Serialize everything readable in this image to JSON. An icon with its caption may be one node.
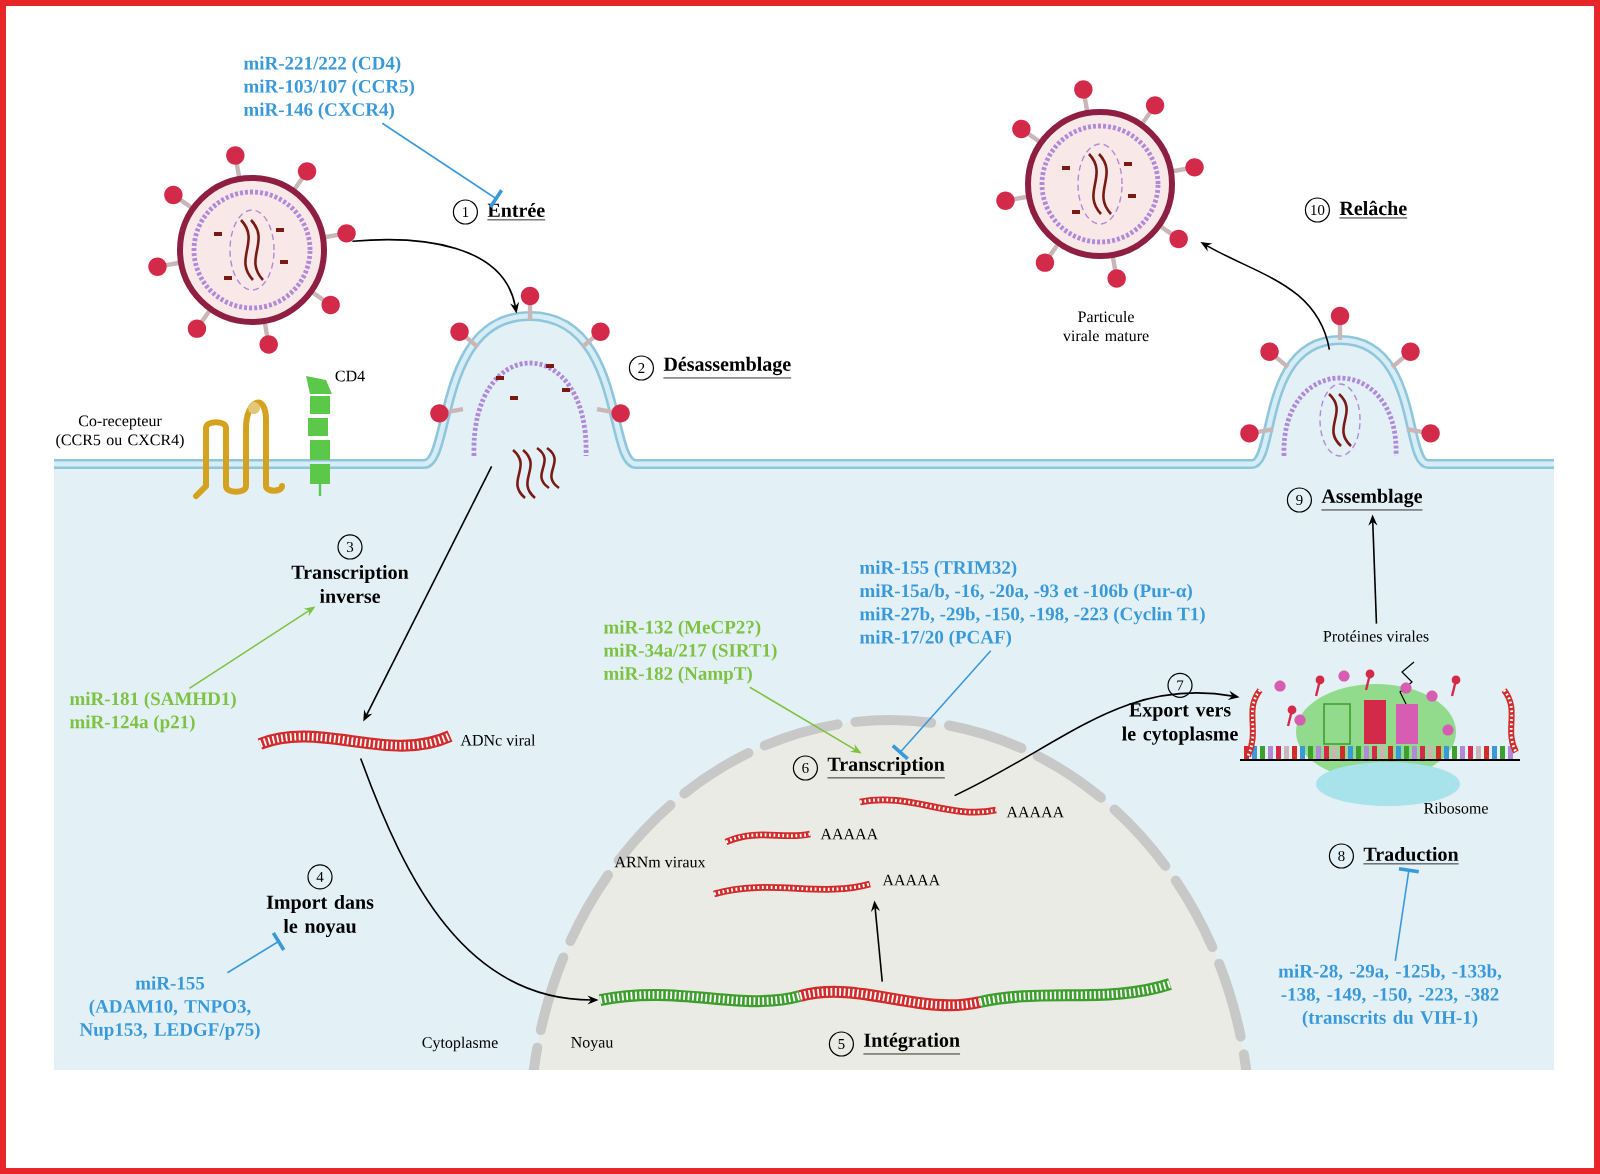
{
  "diagram": {
    "nodes": [
      {
        "text": [
          "miR-221/222 (CD4)",
          "miR-103/107 (CCR5)",
          "miR-146 (CXCR4)"
        ]
      },
      {
        "text": [
          "1",
          "Entrée"
        ]
      },
      {
        "text": [],
        "shape": "picture"
      },
      {
        "text": [],
        "shape": "picture"
      },
      {
        "text": [
          "2",
          "Désassemblage"
        ]
      },
      {
        "text": [
          "3",
          "Transcription inverse"
        ]
      },
      {
        "text": [
          "miR-181 (SAMHD1)",
          "miR-124a (p21)"
        ]
      },
      {
        "text": [
          "ADNc viral"
        ]
      },
      {
        "text": [
          "4",
          "Import dans le noyau"
        ]
      },
      {
        "text": [
          "miR-155",
          "(ADAM10, TNPO3, Nup153, LEDGF/p75)"
        ]
      },
      {
        "text": [
          "miR-132 (MeCP2?)",
          "miR-34a/217 (SIRT1)",
          "miR-182 (NampT)"
        ]
      },
      {
        "text": [
          "miR-155 (TRIM32)",
          "miR-15a/b, -16, -20a, -93 et -106b (Pur-α)",
          "miR-27b, -29b, -150, -198, -223 (Cyclin T1)",
          "miR-17/20 (PCAF)"
        ]
      },
      {
        "text": [
          "6",
          "Transcription"
        ]
      },
      {
        "text": [
          "AAAAA"
        ]
      },
      {
        "text": [
          "AAAAA"
        ]
      },
      {
        "text": [
          "AAAAA"
        ]
      },
      {
        "text": [],
        "shape": "picture"
      },
      {
        "text": [
          "5",
          "Intégration"
        ]
      },
      {
        "text": [
          "7",
          "Export vers le cytoplasme"
        ]
      },
      {
        "text": [
          "Protéines virales",
          "Ribosome"
        ]
      },
      {
        "text": [
          "8",
          "Traduction"
        ]
      },
      {
        "text": [
          "miR-28, -29a, -125b, -133b, -138, -149, -150, -223, -382",
          "(transcrits du VIH-1)"
        ]
      },
      {
        "text": [],
        "shape": "picture"
      },
      {
        "text": [
          "9",
          "Assemblage"
        ]
      },
      {
        "text": [],
        "shape": "picture",
        "beside": [
          "Particule virale mature"
        ]
      },
      {
        "text": [
          "10",
          "Relâche"
        ]
      }
    ],
    "edges": [
      {
        "from": 2,
        "to": 3,
        "arrow": "to"
      },
      {
        "from": 3,
        "to": 7,
        "arrow": "to"
      },
      {
        "from": 7,
        "to": 16,
        "arrow": "to"
      },
      {
        "from": 16,
        "to": 15,
        "arrow": "to"
      },
      {
        "from": 13,
        "to": 19,
        "arrow": "to"
      },
      {
        "from": 19,
        "to": 23,
        "arrow": "to"
      },
      {
        "from": 22,
        "to": 24,
        "arrow": "to"
      },
      {
        "from": 0,
        "to": 1,
        "arrow": "other",
        "color": "#3a9ad9"
      },
      {
        "from": 6,
        "to": 5,
        "arrow": "to",
        "color": "#7dc242"
      },
      {
        "from": 9,
        "to": 8,
        "arrow": "other",
        "color": "#3a9ad9"
      },
      {
        "from": 10,
        "to": 12,
        "arrow": "to",
        "color": "#7dc242"
      },
      {
        "from": 11,
        "to": 12,
        "arrow": "other",
        "color": "#3a9ad9"
      },
      {
        "from": 21,
        "to": 20,
        "arrow": "other",
        "color": "#3a9ad9"
      }
    ],
    "labels": [
      "Co-recepteur (CCR5 ou CXCR4)",
      "CD4",
      "ARNm viraux",
      "Cytoplasme",
      "Noyau"
    ]
  }
}
